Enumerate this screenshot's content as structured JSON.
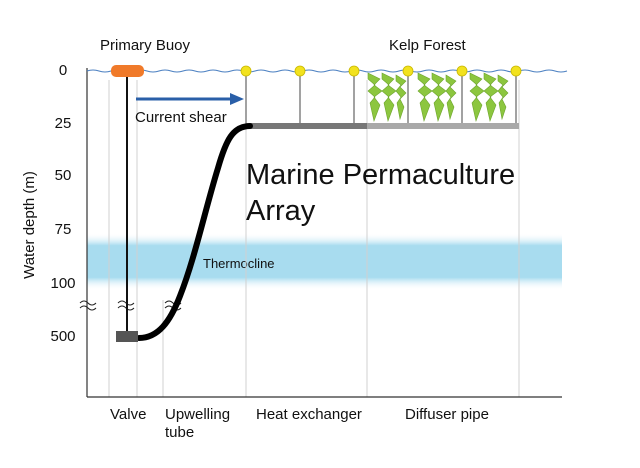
{
  "diagram": {
    "title_line1": "Marine Permaculture",
    "title_line2": "Array",
    "labels": {
      "primary_buoy": "Primary Buoy",
      "kelp_forest": "Kelp Forest",
      "current_shear": "Current shear",
      "thermocline": "Thermocline",
      "valve": "Valve",
      "upwelling_line1": "Upwelling",
      "upwelling_line2": "tube",
      "heat_exchanger": "Heat exchanger",
      "diffuser_pipe": "Diffuser pipe"
    },
    "y_axis": {
      "label": "Water depth (m)",
      "ticks": [
        "0",
        "25",
        "50",
        "75",
        "100",
        "500"
      ]
    },
    "colors": {
      "buoy": "#f07a2a",
      "float": "#f2e21e",
      "kelp": "#8cc63f",
      "arrow": "#2a5fa8",
      "thermocline": "#a8dcef",
      "heat_exchanger": "#777777",
      "diffuser_pipe": "#a9a9a9",
      "water_surface": "#4a7fc1"
    }
  }
}
